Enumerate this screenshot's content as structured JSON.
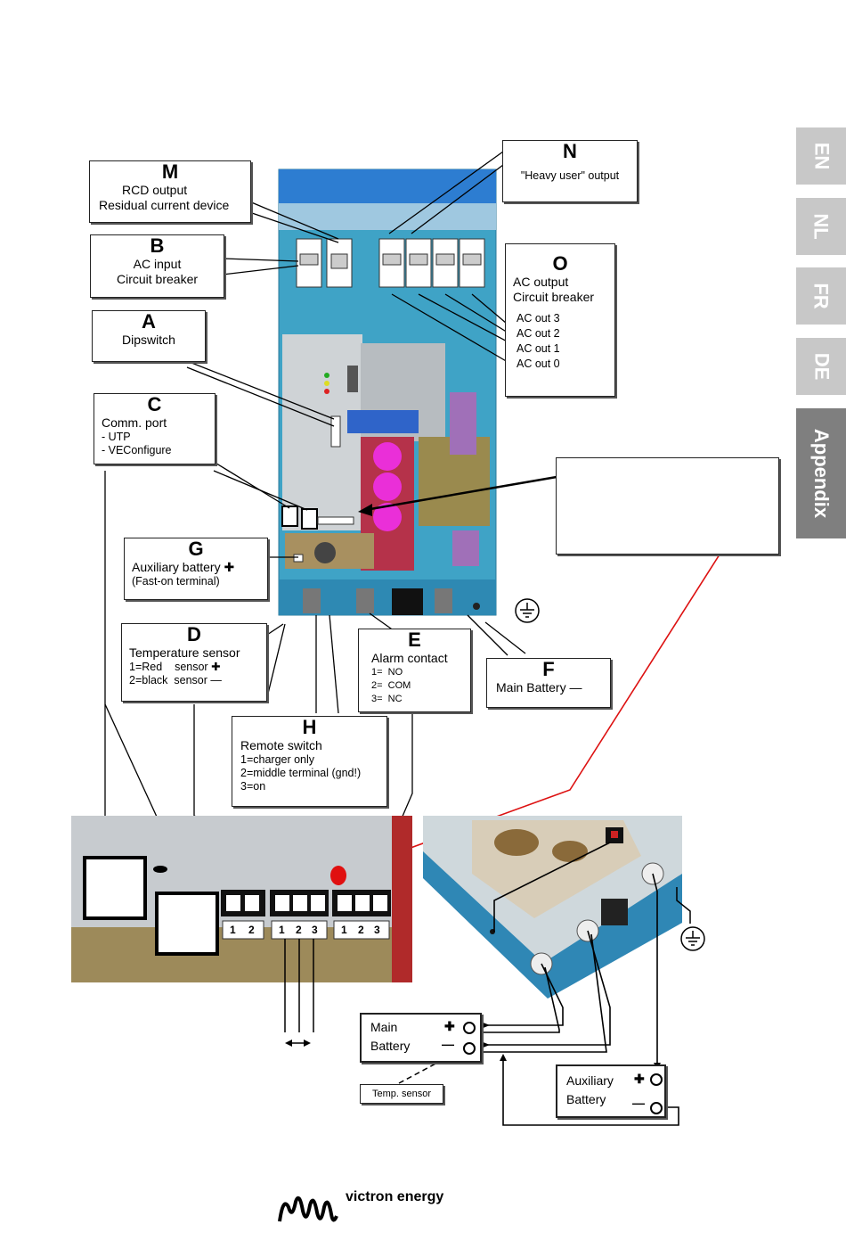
{
  "tabs": [
    {
      "label": "EN",
      "active": false
    },
    {
      "label": "NL",
      "active": false
    },
    {
      "label": "FR",
      "active": false
    },
    {
      "label": "DE",
      "active": false
    },
    {
      "label": "Appendix",
      "active": true
    }
  ],
  "labels": {
    "M": {
      "letter": "M",
      "line1": "RCD output",
      "line2": "Residual current device"
    },
    "N": {
      "letter": "N",
      "line1": "\"Heavy user\" output"
    },
    "B": {
      "letter": "B",
      "line1": "AC input",
      "line2": "Circuit breaker"
    },
    "O": {
      "letter": "O",
      "line1": "AC output",
      "line2": "Circuit breaker",
      "outs": [
        "AC out 3",
        "AC out 2",
        "AC out 1",
        "AC out 0"
      ]
    },
    "A": {
      "letter": "A",
      "line1": "Dipswitch"
    },
    "C": {
      "letter": "C",
      "line1": "Comm. port",
      "line2": "- UTP",
      "line3": "- VEConfigure"
    },
    "G": {
      "letter": "G",
      "line1": "Auxiliary battery ✚",
      "line2": "(Fast-on terminal)"
    },
    "D": {
      "letter": "D",
      "line1": "Temperature sensor",
      "line2": "1=Red    sensor ✚",
      "line3": "2=black  sensor —"
    },
    "E": {
      "letter": "E",
      "line1": "Alarm contact",
      "line2": "1=  NO",
      "line3": "2=  COM",
      "line4": "3=  NC"
    },
    "F": {
      "letter": "F",
      "line1": "Main Battery —"
    },
    "H": {
      "letter": "H",
      "line1": "Remote switch",
      "line2": "1=charger only",
      "line3": "2=middle terminal (gnd!)",
      "line4": "3=on"
    }
  },
  "terminals": {
    "t2": [
      "1",
      "2"
    ],
    "t3a": [
      "1",
      "2",
      "3"
    ],
    "t3b": [
      "1",
      "2",
      "3"
    ]
  },
  "batteries": {
    "main": {
      "line1": "Main",
      "line2": "Battery",
      "plus": "✚",
      "minus": "—"
    },
    "aux": {
      "line1": "Auxiliary",
      "line2": "Battery",
      "plus": "✚",
      "minus": "—"
    },
    "temp_sensor": "Temp. sensor"
  },
  "brand": {
    "name": "victron energy"
  }
}
